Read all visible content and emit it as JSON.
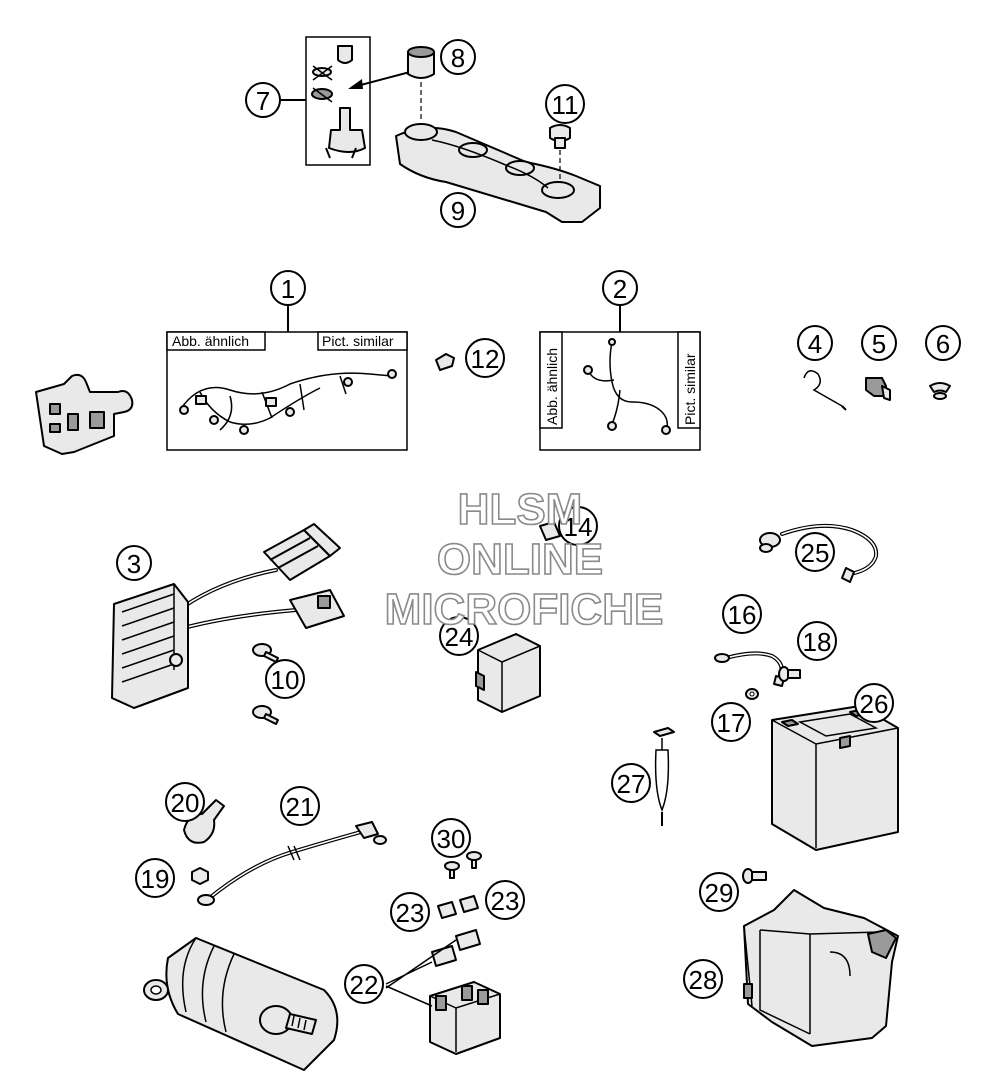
{
  "callouts": [
    {
      "id": "1",
      "label": "1"
    },
    {
      "id": "2",
      "label": "2"
    },
    {
      "id": "3",
      "label": "3"
    },
    {
      "id": "4",
      "label": "4"
    },
    {
      "id": "5",
      "label": "5"
    },
    {
      "id": "6",
      "label": "6"
    },
    {
      "id": "7",
      "label": "7"
    },
    {
      "id": "8",
      "label": "8"
    },
    {
      "id": "9",
      "label": "9"
    },
    {
      "id": "10",
      "label": "10"
    },
    {
      "id": "11",
      "label": "11"
    },
    {
      "id": "12",
      "label": "12"
    },
    {
      "id": "14",
      "label": "14"
    },
    {
      "id": "16",
      "label": "16"
    },
    {
      "id": "17",
      "label": "17"
    },
    {
      "id": "18",
      "label": "18"
    },
    {
      "id": "19",
      "label": "19"
    },
    {
      "id": "20",
      "label": "20"
    },
    {
      "id": "21",
      "label": "21"
    },
    {
      "id": "22",
      "label": "22"
    },
    {
      "id": "23a",
      "label": "23"
    },
    {
      "id": "23b",
      "label": "23"
    },
    {
      "id": "24",
      "label": "24"
    },
    {
      "id": "25",
      "label": "25"
    },
    {
      "id": "26",
      "label": "26"
    },
    {
      "id": "27",
      "label": "27"
    },
    {
      "id": "28",
      "label": "28"
    },
    {
      "id": "29",
      "label": "29"
    },
    {
      "id": "30",
      "label": "30"
    }
  ],
  "box_labels": {
    "abb_ahnlich": "Abb. ähnlich",
    "pict_similar": "Pict. similar"
  },
  "watermark": {
    "line1": "HLSM",
    "line2": "ONLINE",
    "line3": "MICROFICHE"
  }
}
